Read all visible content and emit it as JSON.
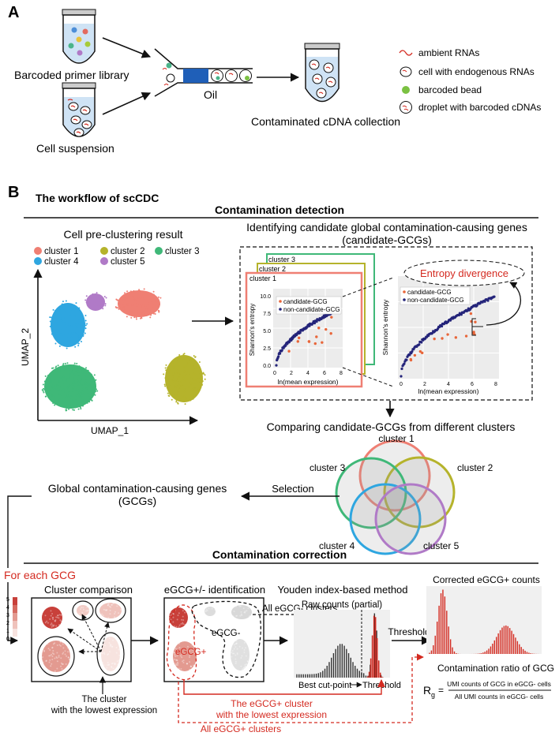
{
  "panel_a": {
    "letter": "A",
    "primer_label": "Barcoded primer library",
    "cell_label": "Cell suspension",
    "oil_label": "Oil",
    "collection_label": "Contaminated cDNA collection",
    "legend": [
      {
        "label": "ambient RNAs",
        "icon": "ambient-rna-icon"
      },
      {
        "label": "cell with endogenous RNAs",
        "icon": "cell-icon"
      },
      {
        "label": "barcoded bead",
        "icon": "bead-icon"
      },
      {
        "label": "droplet with barcoded cDNAs",
        "icon": "droplet-icon"
      }
    ]
  },
  "panel_b": {
    "letter": "B",
    "workflow_title": "The workflow of scCDC",
    "detection_header": "Contamination detection",
    "preclust_title": "Cell pre-clustering result",
    "clusters": [
      "cluster 1",
      "cluster 2",
      "cluster 3",
      "cluster 4",
      "cluster 5"
    ],
    "cluster_colors": [
      "#ef7f73",
      "#b5b32b",
      "#3fb878",
      "#2ea6e0",
      "#b07ac7"
    ],
    "umap_x": "UMAP_1",
    "umap_y": "UMAP_2",
    "identify_title_1": "Identifying candidate global contamination-causing genes",
    "identify_title_2": "(candidate-GCGs)",
    "entropy_divergence": "Entropy divergence",
    "small_plot": {
      "ylabel": "Shannon's entropy",
      "xlabel": "ln(mean expression)",
      "legend_a": "candidate-GCG",
      "legend_b": "non-candidate-GCG",
      "yticks": [
        "0.0",
        "2.5",
        "5.0",
        "7.5",
        "10.0"
      ],
      "xticks": [
        "0",
        "2",
        "4",
        "6",
        "8"
      ]
    },
    "compare_title": "Comparing candidate-GCGs from different clusters",
    "selection_label": "Selection",
    "gcg_title_1": "Global contamination-causing genes",
    "gcg_title_2": "(GCGs)",
    "correction_header": "Contamination correction",
    "for_each": "For each GCG",
    "cluster_comparison": "Cluster comparison",
    "egcg_ident": "eGCG+/- identification",
    "youden": "Youden index-based method",
    "raw_counts": "Raw counts (partial)",
    "egcg_plus": "eGCG+",
    "egcg_minus": "eGCG-",
    "all_minus": "All eGCG- clusters",
    "best_cut": "Best cut-point",
    "threshold": "Threshold",
    "threshold_arrow": "Threshold",
    "lowest_cluster_1": "The cluster",
    "lowest_cluster_2": "with the lowest expression",
    "egcg_lowest_1": "The eGCG+ cluster",
    "egcg_lowest_2": "with the lowest expression",
    "all_plus": "All eGCG+ clusters",
    "corrected_title": "Corrected eGCG+ counts",
    "ratio_title": "Contamination ratio of GCG",
    "ratio_symbol": "R",
    "ratio_sub": "g",
    "ratio_num": "UMI counts of GCG in eGCG- cells",
    "ratio_den": "All UMI counts in eGCG- cells",
    "scale_ticks": [
      "5",
      "4",
      "3",
      "2",
      "1",
      "0"
    ]
  },
  "colors": {
    "accent_red": "#d42a20",
    "blue": "#1f5fb8"
  }
}
